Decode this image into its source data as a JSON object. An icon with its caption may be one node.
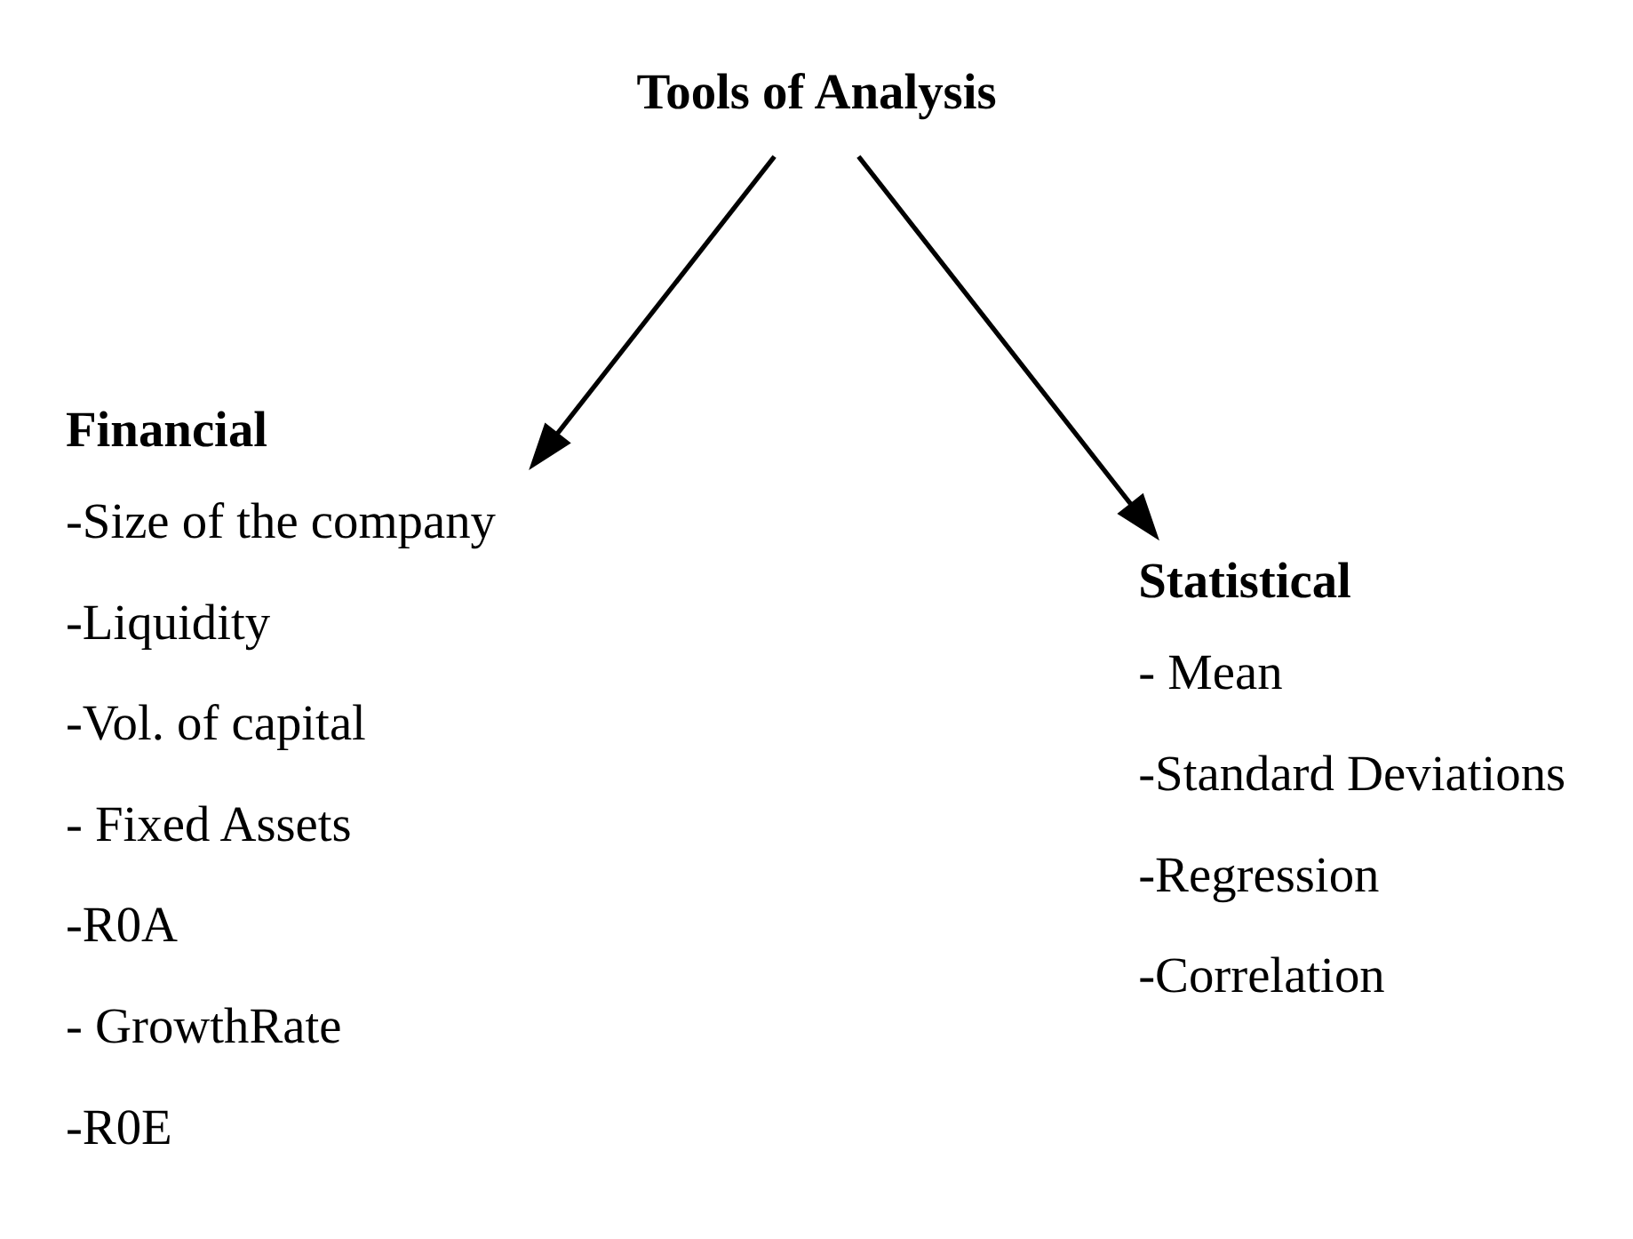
{
  "diagram": {
    "nodes": [
      {
        "text": [
          "Tools of Analysis"
        ]
      },
      {
        "text": [
          "Financial",
          "-Size of the company",
          "-Liquidity",
          "-Vol. of capital",
          "- Fixed Assets",
          "-R0A",
          "- GrowthRate",
          "-R0E"
        ]
      },
      {
        "text": [
          "Statistical",
          "- Mean",
          "-Standard Deviations",
          "-Regression",
          "-Correlation"
        ]
      }
    ],
    "edges": [
      {
        "from": 0,
        "to": 1,
        "arrow": "to"
      },
      {
        "from": 0,
        "to": 2,
        "arrow": "to"
      }
    ]
  }
}
